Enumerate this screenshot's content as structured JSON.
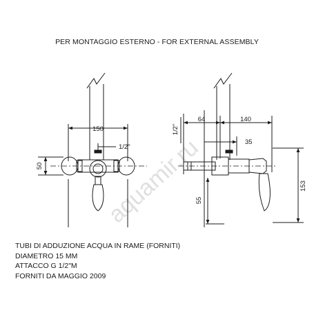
{
  "title": "PER MONTAGGIO ESTERNO - FOR EXTERNAL ASSEMBLY",
  "front_view": {
    "dim_width": "150",
    "dim_thread": "1/2\"",
    "dim_height": "50"
  },
  "side_view": {
    "dim_thread": "1/2\"",
    "dim_wall": "64",
    "dim_depth": "140",
    "dim_spout": "35",
    "dim_offset": "55",
    "dim_total": "153"
  },
  "notes": [
    "TUBI DI ADDUZIONE ACQUA IN RAME (FORNITI)",
    "DIAMETRO 15 MM",
    "ATTACCO G 1/2\"M",
    "FORNITI DA MAGGIO 2009"
  ],
  "watermark": "aquamir.ru"
}
